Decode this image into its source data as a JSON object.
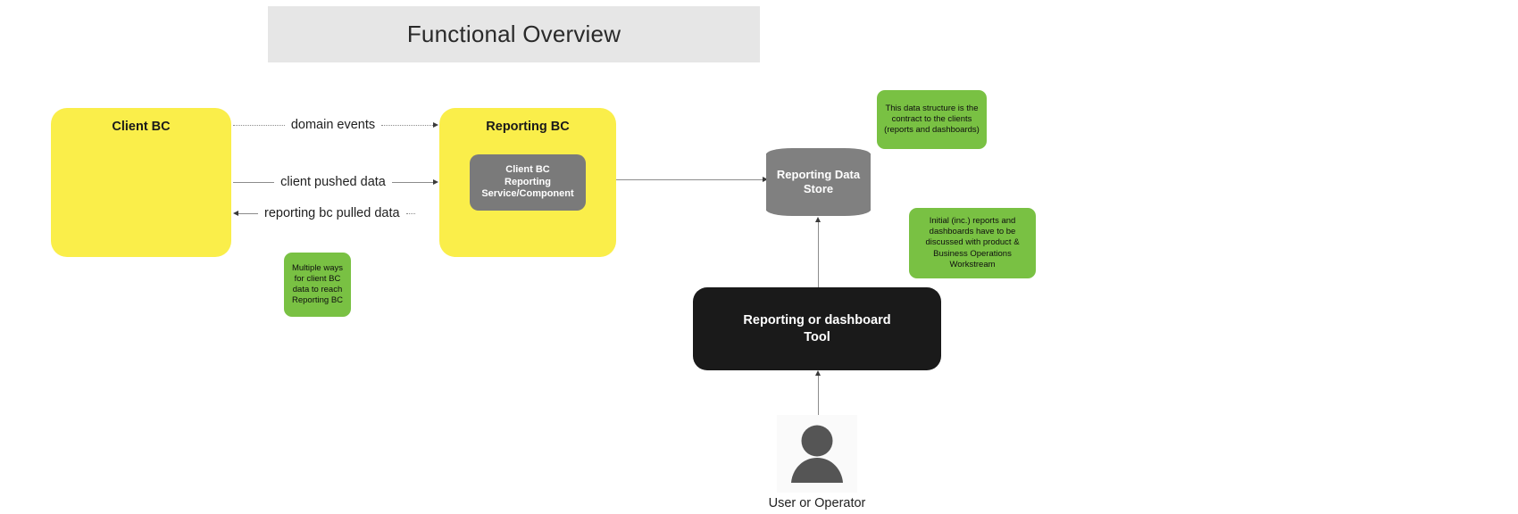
{
  "page": {
    "title": "Functional Overview",
    "background": "#ffffff"
  },
  "colors": {
    "banner_bg": "#e6e6e6",
    "bounded_context": "#faee4a",
    "note": "#79c143",
    "data_store": "#808080",
    "service_component": "#7a7a7a",
    "tool": "#1a1a1a",
    "connector": "#8c8c8c",
    "text_dark": "#1f1f1f",
    "text_light": "#ffffff"
  },
  "nodes": {
    "client_bc": {
      "label": "Client BC"
    },
    "reporting_bc": {
      "label": "Reporting BC",
      "service": {
        "label": "Client BC\nReporting\nService/Component"
      }
    },
    "data_store": {
      "label": "Reporting Data\nStore"
    },
    "tool": {
      "label": "Reporting or dashboard\nTool"
    },
    "user": {
      "label": "User or Operator",
      "icon": "user-avatar-icon"
    }
  },
  "connectors": [
    {
      "id": "domain-events",
      "label": "domain events",
      "style": "dotted",
      "direction": "right"
    },
    {
      "id": "client-pushed-data",
      "label": "client pushed data",
      "style": "solid",
      "direction": "right"
    },
    {
      "id": "reporting-bc-pulled-data",
      "label": "reporting bc pulled data",
      "style": "solid",
      "direction": "left"
    }
  ],
  "notes": {
    "contract": "This data structure is the\ncontract to the clients\n(reports and dashboards)",
    "initial": "Initial (inc.) reports and\ndashboards have to be\ndiscussed with product &\nBusiness Operations\nWorkstream",
    "multiple_ways": "Multiple ways\nfor client BC\ndata to reach\nReporting BC"
  }
}
